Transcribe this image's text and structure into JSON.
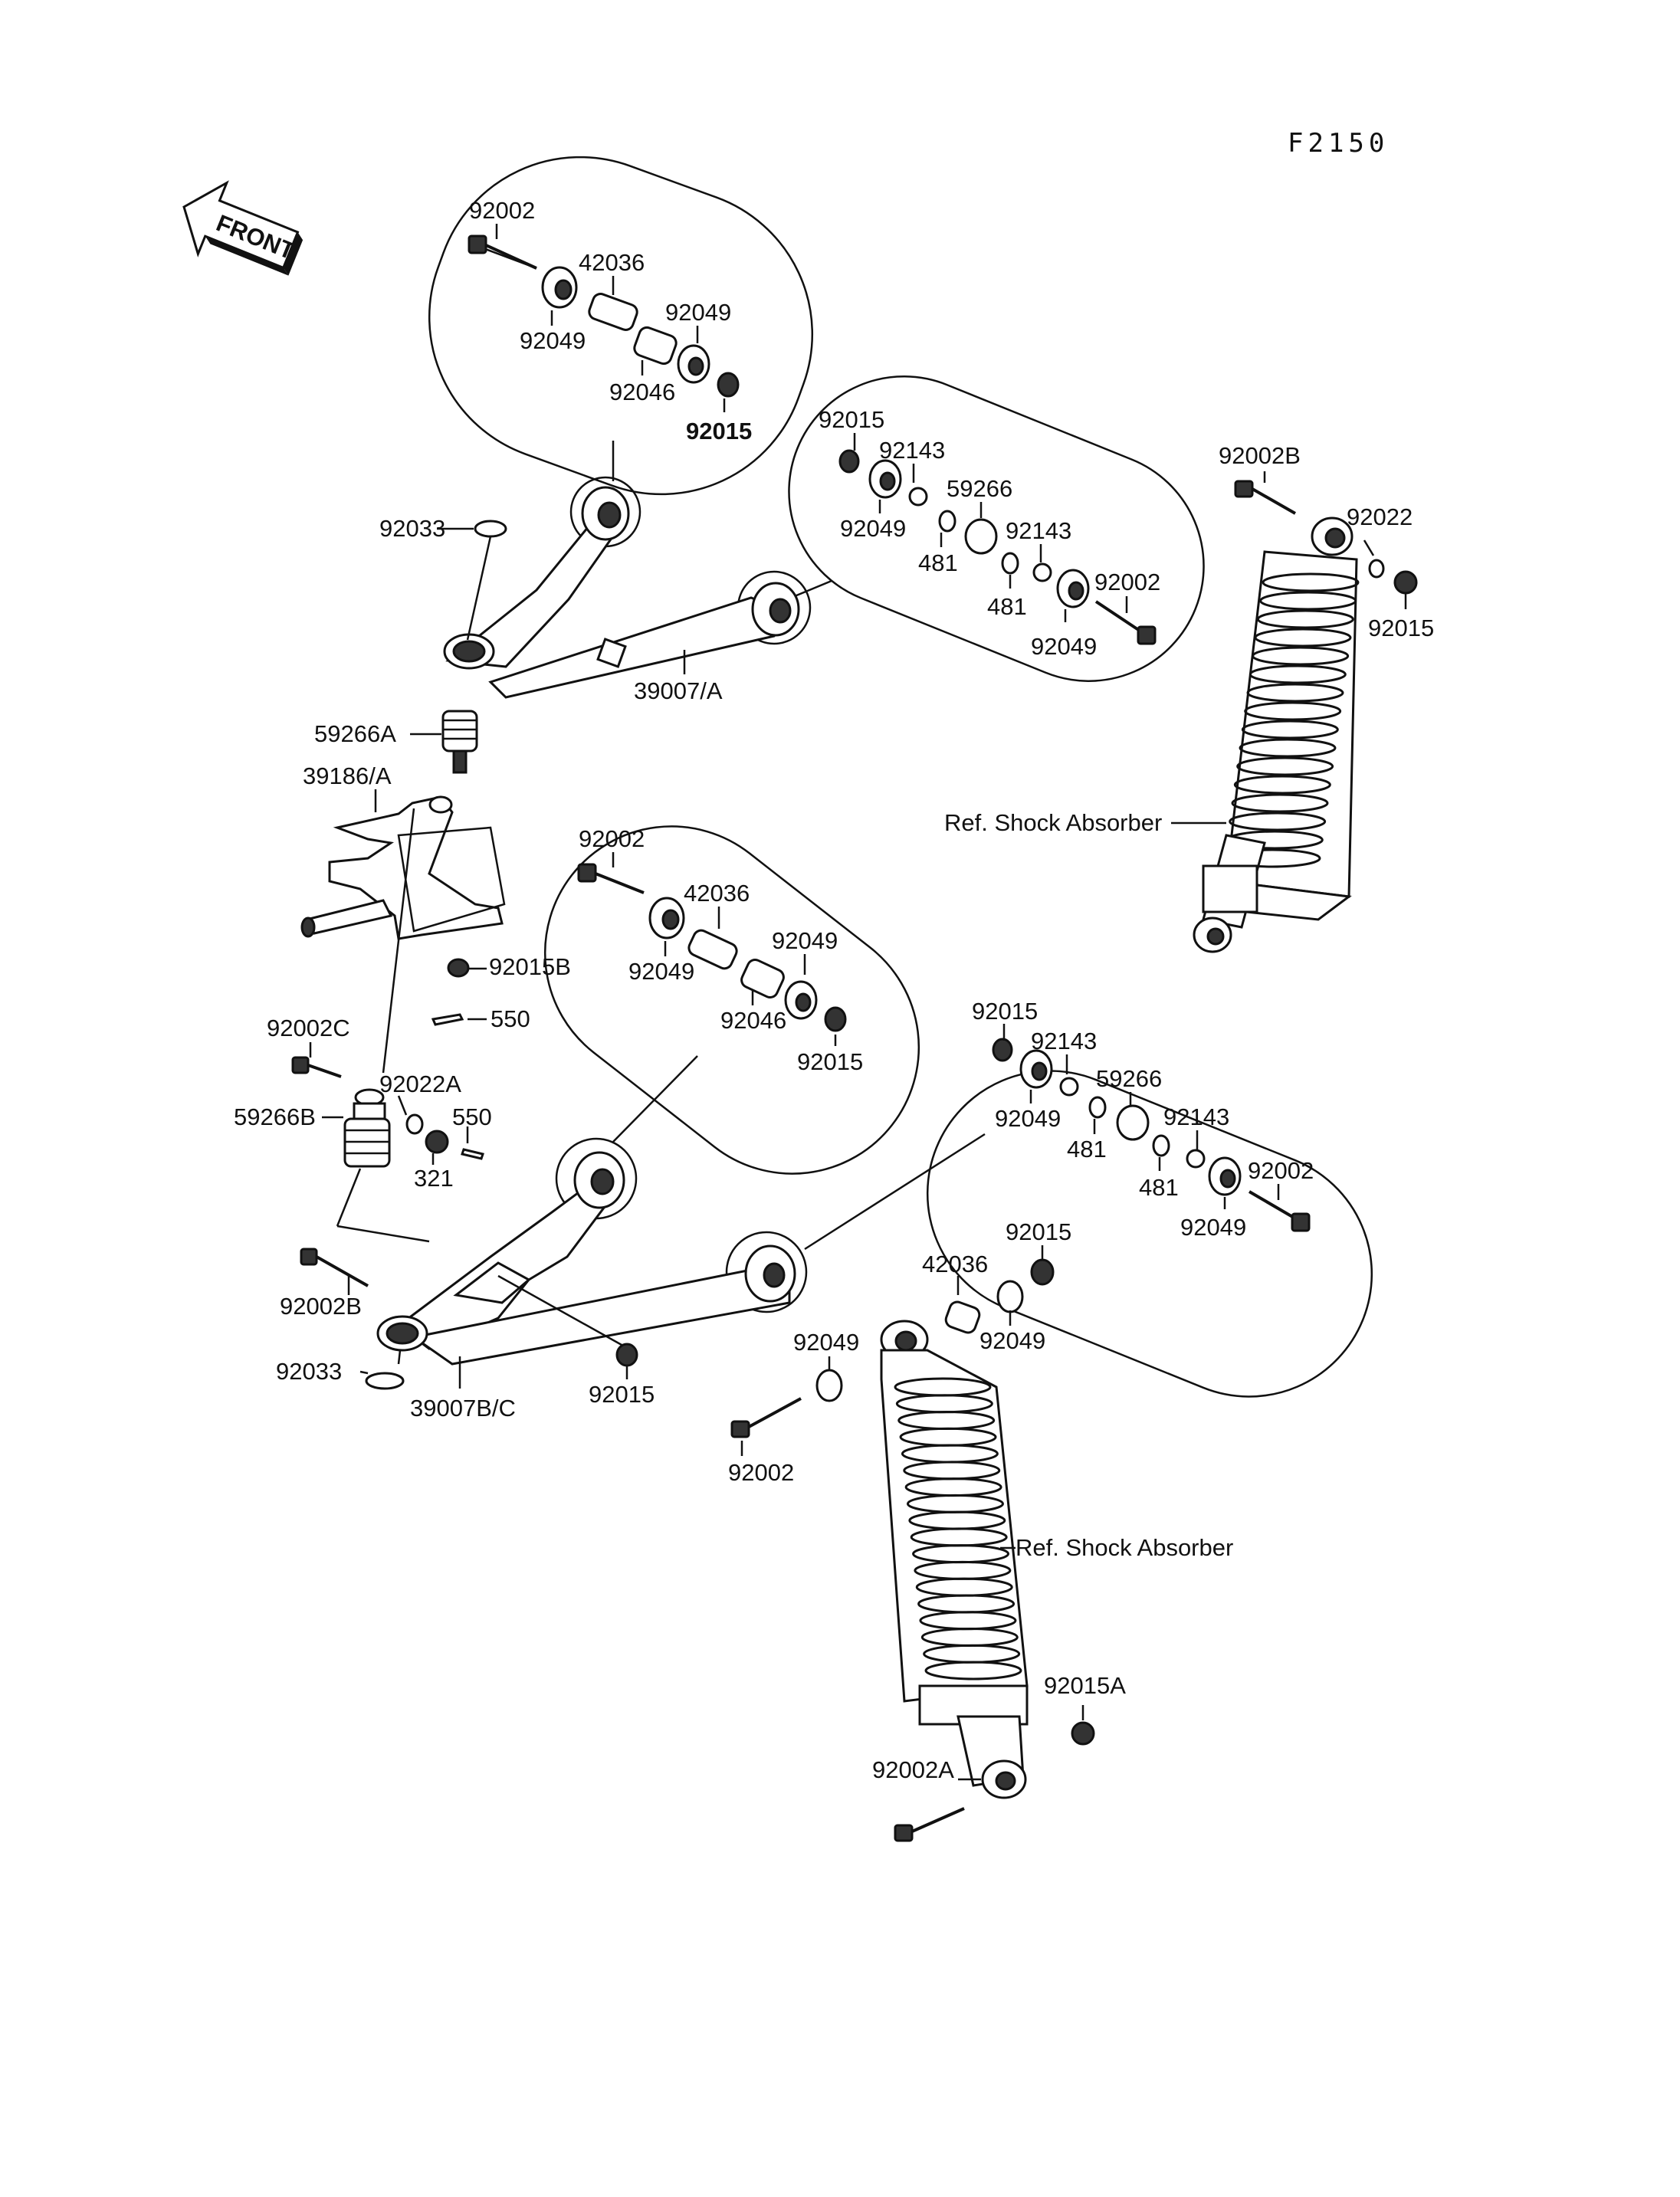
{
  "figure_code": "F2150",
  "front_label": "FRONT",
  "labels": {
    "upper_inner_1": "92002",
    "upper_inner_2": "42036",
    "upper_inner_3": "92049",
    "upper_inner_4": "92049",
    "upper_inner_5": "92046",
    "upper_inner_6": "92015",
    "upper_outer_1": "92015",
    "upper_outer_2": "92143",
    "upper_outer_3": "92049",
    "upper_outer_4": "59266",
    "upper_outer_5": "481",
    "upper_outer_6": "92143",
    "upper_outer_7": "481",
    "upper_outer_8": "92002",
    "upper_outer_9": "92049",
    "ring_upper": "92033",
    "upper_arm": "39007/A",
    "balljoint_upper": "59266A",
    "knuckle": "39186/A",
    "nut_knuckle": "92015B",
    "cotter_1": "550",
    "bolt_c": "92002C",
    "washer_a": "92022A",
    "balljoint_lower": "59266B",
    "cotter_2": "550",
    "nut_321": "321",
    "lower_inner_1": "92002",
    "lower_inner_2": "42036",
    "lower_inner_3": "92049",
    "lower_inner_4": "92049",
    "lower_inner_5": "92046",
    "lower_inner_6": "92015",
    "lower_outer_1": "92015",
    "lower_outer_2": "92143",
    "lower_outer_3": "92049",
    "lower_outer_4": "59266",
    "lower_outer_5": "481",
    "lower_outer_6": "92143",
    "lower_outer_7": "481",
    "lower_outer_8": "92002",
    "lower_outer_9": "92049",
    "bolt_b": "92002B",
    "ring_lower": "92033",
    "lower_arm": "39007B/C",
    "nut_lower_arm": "92015",
    "shock_top_bolt_b": "92002B",
    "shock_top_washer": "92022",
    "shock_top_nut": "92015",
    "shock_ref_upper": "Ref. Shock Absorber",
    "shock2_nut": "92015",
    "shock2_collar": "42036",
    "shock2_bush_r": "92049",
    "shock2_bush_l": "92049",
    "shock2_bolt": "92002",
    "shock_ref_lower": "Ref. Shock Absorber",
    "shock2_nut_a": "92015A",
    "shock2_bolt_a": "92002A"
  }
}
